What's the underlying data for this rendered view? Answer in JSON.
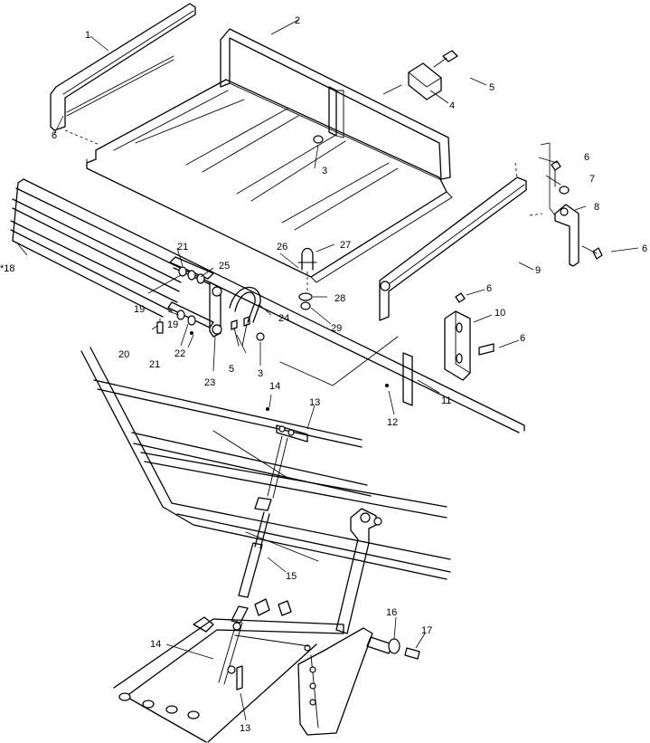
{
  "callouts": [
    {
      "id": "c1",
      "text": "1"
    },
    {
      "id": "c2",
      "text": "2"
    },
    {
      "id": "c3a",
      "text": "3"
    },
    {
      "id": "c3b",
      "text": "3"
    },
    {
      "id": "c4",
      "text": "4"
    },
    {
      "id": "c5a",
      "text": "5"
    },
    {
      "id": "c5b",
      "text": "5"
    },
    {
      "id": "c6a",
      "text": "6"
    },
    {
      "id": "c6b",
      "text": "6"
    },
    {
      "id": "c6c",
      "text": "6"
    },
    {
      "id": "c6d",
      "text": "6"
    },
    {
      "id": "c6e",
      "text": "6"
    },
    {
      "id": "c7",
      "text": "7"
    },
    {
      "id": "c8",
      "text": "8"
    },
    {
      "id": "c9",
      "text": "9"
    },
    {
      "id": "c10",
      "text": "10"
    },
    {
      "id": "c11",
      "text": "11"
    },
    {
      "id": "c12",
      "text": "12"
    },
    {
      "id": "c13a",
      "text": "13"
    },
    {
      "id": "c13b",
      "text": "13"
    },
    {
      "id": "c14a",
      "text": "14"
    },
    {
      "id": "c14b",
      "text": "14"
    },
    {
      "id": "c15",
      "text": "15"
    },
    {
      "id": "c16",
      "text": "16"
    },
    {
      "id": "c17",
      "text": "17"
    },
    {
      "id": "c18",
      "text": "*18"
    },
    {
      "id": "c19a",
      "text": "19"
    },
    {
      "id": "c19b",
      "text": "19"
    },
    {
      "id": "c20",
      "text": "20"
    },
    {
      "id": "c21a",
      "text": "21"
    },
    {
      "id": "c21b",
      "text": "21"
    },
    {
      "id": "c22",
      "text": "22"
    },
    {
      "id": "c23",
      "text": "23"
    },
    {
      "id": "c24",
      "text": "24"
    },
    {
      "id": "c25",
      "text": "25"
    },
    {
      "id": "c26",
      "text": "26"
    },
    {
      "id": "c27",
      "text": "27"
    },
    {
      "id": "c28",
      "text": "28"
    },
    {
      "id": "c29",
      "text": "29"
    }
  ]
}
